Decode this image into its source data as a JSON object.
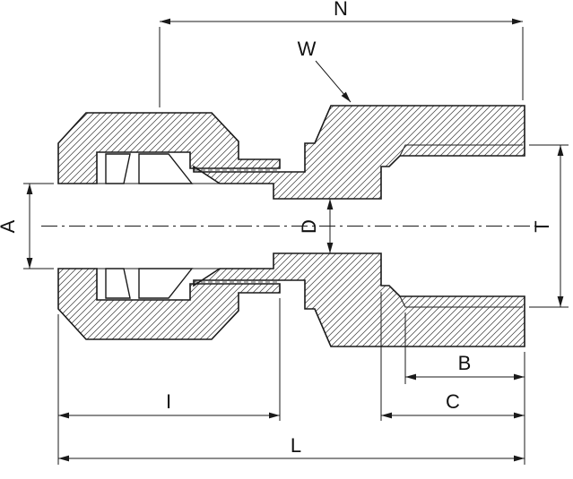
{
  "drawing": {
    "labels": {
      "N": "N",
      "W": "W",
      "A": "A",
      "D": "D",
      "T": "T",
      "B": "B",
      "C": "C",
      "I": "I",
      "L": "L"
    },
    "colors": {
      "line": "#1a1a1a",
      "background": "#ffffff"
    }
  }
}
